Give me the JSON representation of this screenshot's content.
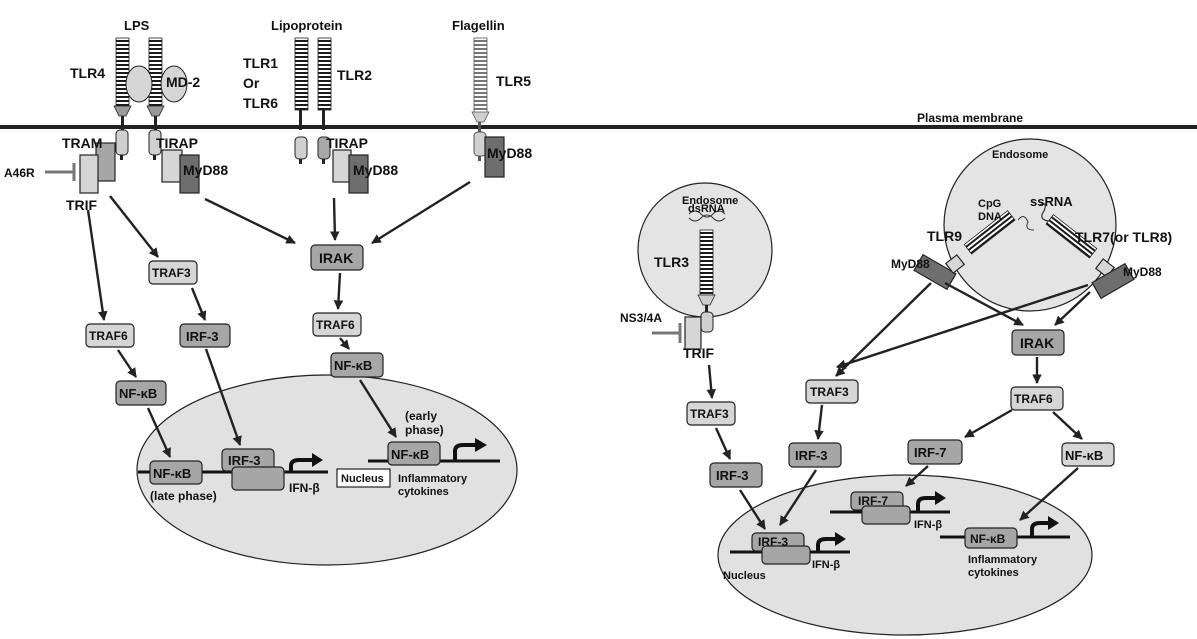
{
  "labels": {
    "lps": "LPS",
    "lipoprotein": "Lipoprotein",
    "flagellin": "Flagellin",
    "tlr4": "TLR4",
    "md2": "MD-2",
    "tlr1": "TLR1",
    "or": "Or",
    "tlr6": "TLR6",
    "tlr2": "TLR2",
    "tlr5": "TLR5",
    "plasma_membrane": "Plasma membrane",
    "tram": "TRAM",
    "tirap_1": "TIRAP",
    "tirap_2": "TIRAP",
    "myd88_1": "MyD88",
    "myd88_2": "MyD88",
    "myd88_3": "MyD88",
    "a46r": "A46R",
    "trif_left": "TRIF",
    "traf3_left": "TRAF3",
    "traf6_left": "TRAF6",
    "irf3_left": "IRF-3",
    "nfkb_left": "NF-κB",
    "irak_left": "IRAK",
    "traf6_mid": "TRAF6",
    "nfkb_mid": "NF-κB",
    "nucleus_nfkb_left": "NF-κB",
    "late_phase": "(late phase)",
    "nucleus_irf3_left": "IRF-3",
    "ifnb_left": "IFN-β",
    "early_phase": "(early phase)",
    "nucleus_nfkb_early": "NF-κB",
    "nucleus_left": "Nucleus",
    "inflammatory_left": "Inflammatory cytokines",
    "endosome_1": "Endosome",
    "dsrna": "dsRNA",
    "tlr3": "TLR3",
    "ns34a": "NS3/4A",
    "trif_right": "TRIF",
    "traf3_r1": "TRAF3",
    "irf3_r1": "IRF-3",
    "endosome_2": "Endosome",
    "cpg_dna": "CpG DNA",
    "ssrna": "ssRNA",
    "tlr9": "TLR9",
    "tlr78": "TLR7(or TLR8)",
    "myd88_r1": "MyD88",
    "myd88_r2": "MyD88",
    "irak_right": "IRAK",
    "traf3_r2": "TRAF3",
    "traf6_right": "TRAF6",
    "irf3_r2": "IRF-3",
    "irf7": "IRF-7",
    "nfkb_right": "NF-κB",
    "nucleus_irf7": "IRF-7",
    "ifnb_r1": "IFN-β",
    "nucleus_irf3_right": "IRF-3",
    "ifnb_r2": "IFN-β",
    "nucleus_right": "Nucleus",
    "nucleus_nfkb_right": "NF-κB",
    "inflammatory_right": "Inflammatory cytokines"
  },
  "colors": {
    "light": "#d6d6d6",
    "mid": "#a6a6a6",
    "dark": "#6e6e6e",
    "cell": "#e1e1e1"
  }
}
